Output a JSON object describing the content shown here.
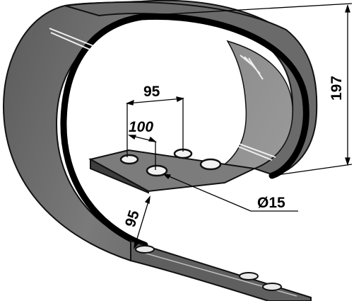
{
  "dimensions": {
    "hole_spacing_x": "95",
    "hole_spacing_diag": "100",
    "lower_hole_distance": "95",
    "height": "197",
    "hole_diameter": "Ø15"
  },
  "colors": {
    "steel_outer": "#6f6f6f",
    "steel_inner": "#8a8a8a",
    "edge_dark": "#111111",
    "highlight": "#ffffff",
    "background": "#ffffff"
  }
}
